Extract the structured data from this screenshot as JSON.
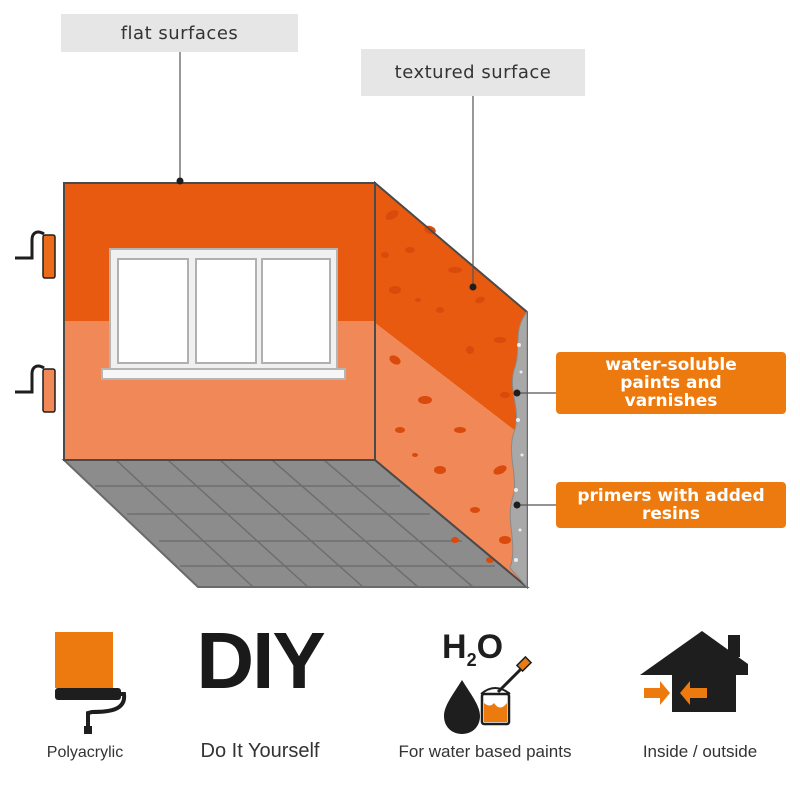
{
  "callouts": {
    "flat_surfaces": "flat surfaces",
    "textured_surface": "textured surface",
    "water_soluble": "water-soluble\npaints and\nvarnishes",
    "primers": "primers with added\nresins"
  },
  "features": [
    {
      "caption": "Polyacrylic",
      "icon": "paint-roller-icon"
    },
    {
      "caption": "Do It Yourself",
      "icon": "diy-text-icon",
      "mark_text": "DIY"
    },
    {
      "caption": "For water based paints",
      "icon": "water-paint-icon",
      "mark_text": "H2O"
    },
    {
      "caption": "Inside / outside",
      "icon": "house-icon"
    }
  ],
  "colors": {
    "orange_dark": "#e85a10",
    "orange_light": "#f08858",
    "orange_accent": "#ec7a0e",
    "floor_grey": "#8c8c8c",
    "label_grey": "#e6e6e6",
    "icon_dark": "#1e1e1e"
  }
}
